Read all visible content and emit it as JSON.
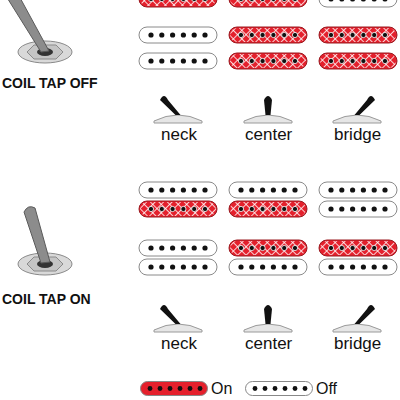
{
  "diagram": {
    "labels": [
      "COIL TAP OFF",
      "neck",
      "center",
      "bridge",
      "COIL TAP ON",
      "neck",
      "center",
      "bridge"
    ],
    "legend": [
      {
        "text": "On",
        "color": "#e4202c"
      },
      {
        "text": "Off",
        "color": "#ffffff"
      }
    ]
  }
}
